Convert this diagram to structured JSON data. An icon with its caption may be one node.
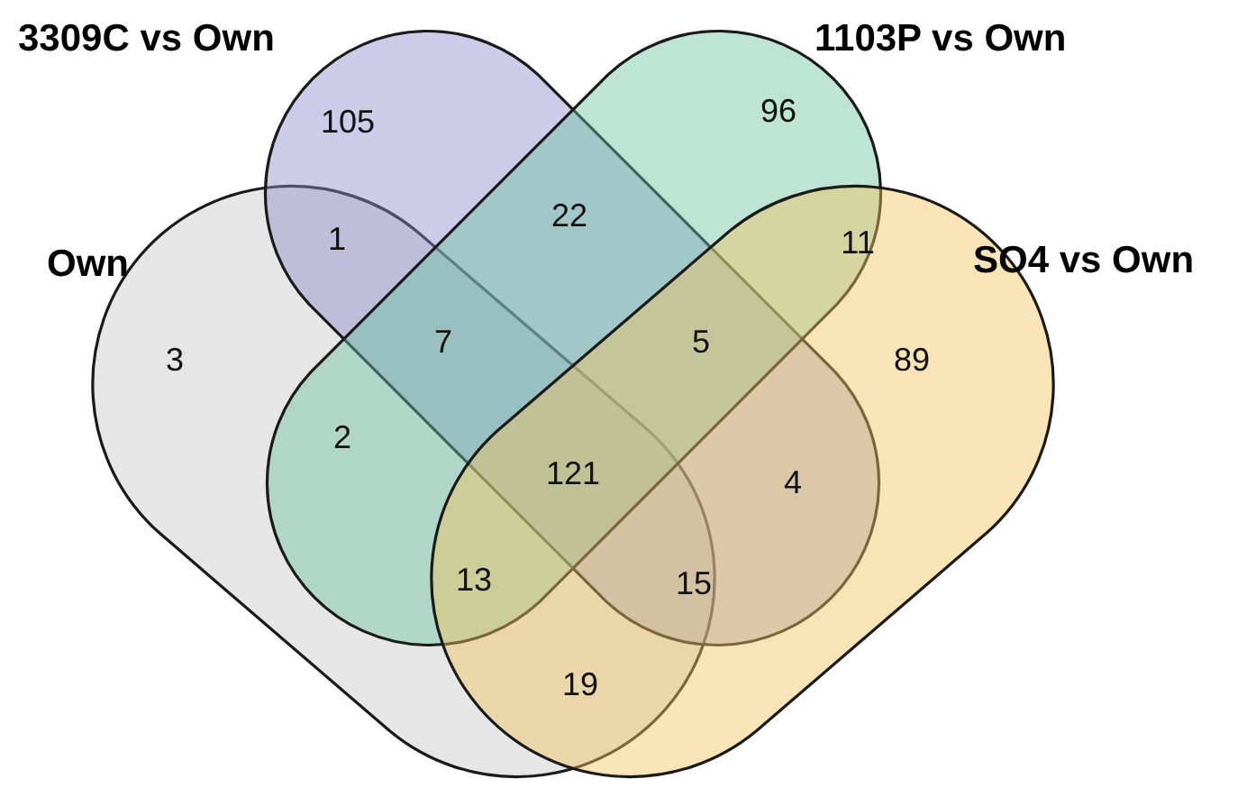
{
  "diagram": {
    "nodes": [
      {
        "text": [
          "3309C vs Own"
        ]
      },
      {
        "text": [
          "1103P vs Own"
        ]
      },
      {
        "text": [
          "Own"
        ]
      },
      {
        "text": [
          "SO4 vs Own"
        ]
      }
    ],
    "labels": [
      "105",
      "96",
      "22",
      "1",
      "11",
      "3",
      "7",
      "5",
      "89",
      "2",
      "121",
      "4",
      "13",
      "15",
      "19"
    ]
  }
}
